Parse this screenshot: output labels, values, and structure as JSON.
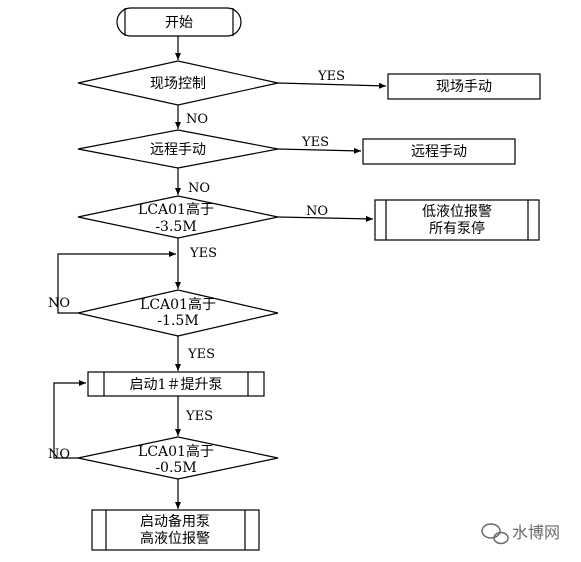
{
  "start": "开始",
  "decisions": {
    "local_control": "现场控制",
    "remote_control": "远程手动",
    "lca_35": [
      "LCA01高于",
      "-3.5M"
    ],
    "lca_15": [
      "LCA01高于",
      "-1.5M"
    ],
    "lca_05": [
      "LCA01高于",
      "-0.5M"
    ]
  },
  "process": {
    "manual_local": "现场手动",
    "manual_remote": "远程手动",
    "low_alarm": [
      "低液位报警",
      "所有泵停"
    ],
    "start_pump": "启动1＃提升泵",
    "backup_pump": [
      "启动备用泵",
      "高液位报警"
    ]
  },
  "edges": {
    "yes": "YES",
    "no": "NO"
  },
  "watermark": "水博网"
}
